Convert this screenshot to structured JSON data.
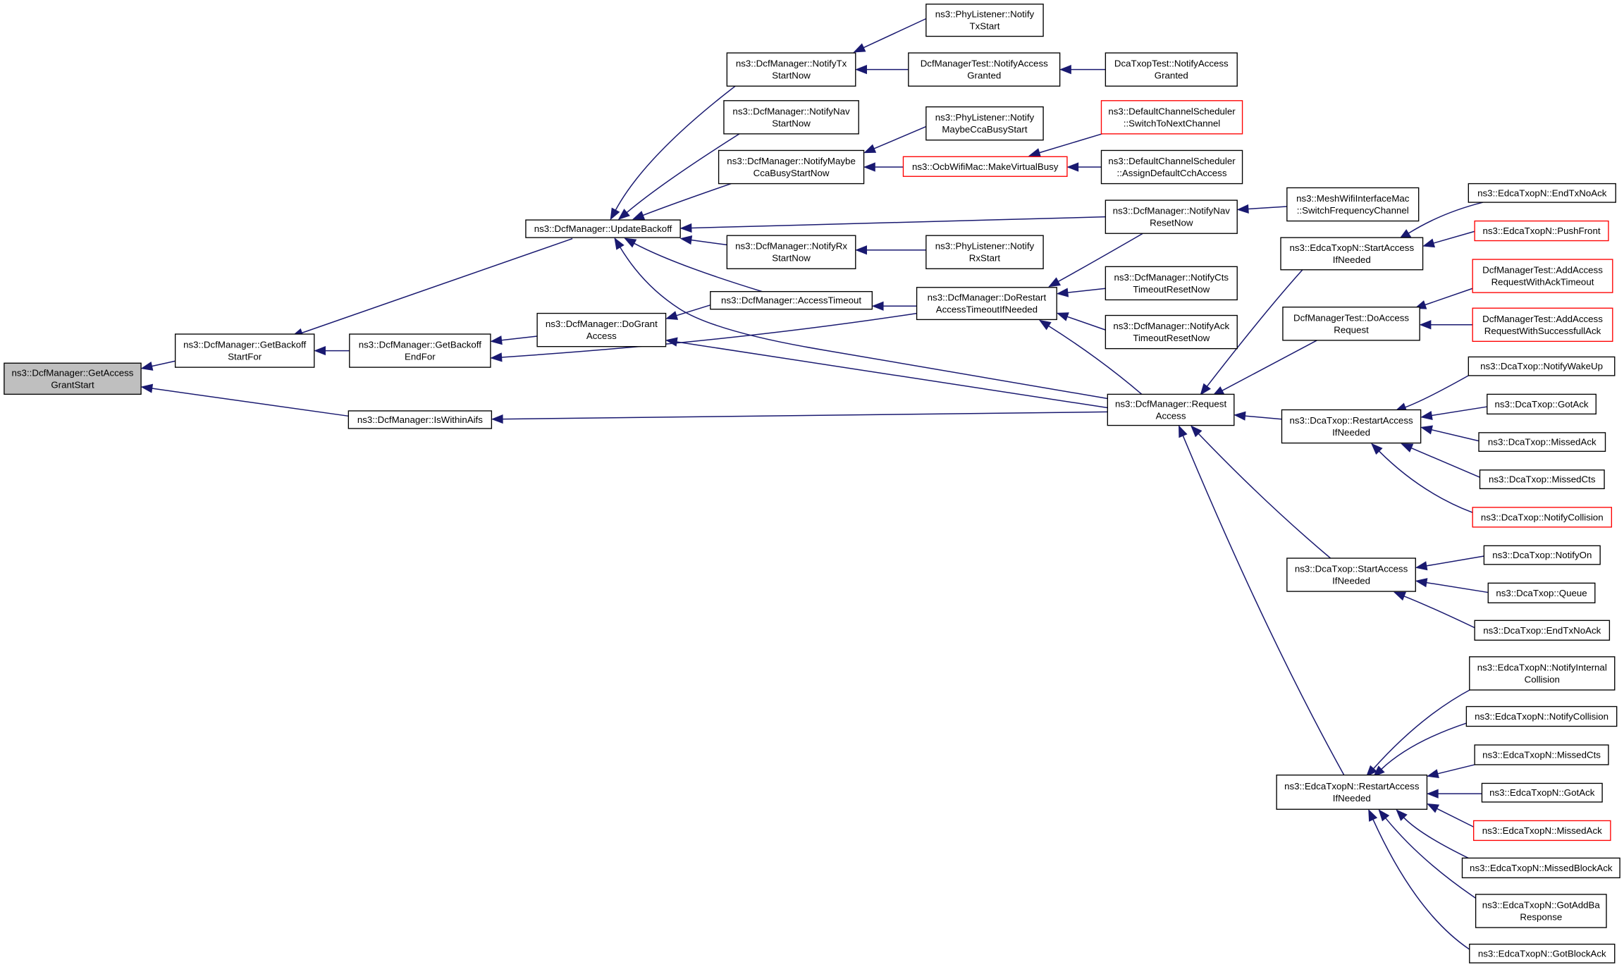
{
  "diagram": {
    "colors": {
      "edge": "#191970",
      "root_fill": "#bfbfbf",
      "node_border": "#000000",
      "truncated_border": "#ff0000",
      "background": "#ffffff"
    },
    "nodes": [
      {
        "id": "root",
        "lines": [
          "ns3::DcfManager::GetAccess",
          "GrantStart"
        ],
        "style": "root"
      },
      {
        "id": "gbsf",
        "lines": [
          "ns3::DcfManager::GetBackoff",
          "StartFor"
        ]
      },
      {
        "id": "gbef",
        "lines": [
          "ns3::DcfManager::GetBackoff",
          "EndFor"
        ]
      },
      {
        "id": "iwa",
        "lines": [
          "ns3::DcfManager::IsWithinAifs"
        ]
      },
      {
        "id": "ub",
        "lines": [
          "ns3::DcfManager::UpdateBackoff"
        ]
      },
      {
        "id": "dga",
        "lines": [
          "ns3::DcfManager::DoGrant",
          "Access"
        ]
      },
      {
        "id": "ntx",
        "lines": [
          "ns3::DcfManager::NotifyTx",
          "StartNow"
        ]
      },
      {
        "id": "nnav",
        "lines": [
          "ns3::DcfManager::NotifyNav",
          "StartNow"
        ]
      },
      {
        "id": "ncca",
        "lines": [
          "ns3::DcfManager::NotifyMaybe",
          "CcaBusyStartNow"
        ]
      },
      {
        "id": "nrx",
        "lines": [
          "ns3::DcfManager::NotifyRx",
          "StartNow"
        ]
      },
      {
        "id": "at",
        "lines": [
          "ns3::DcfManager::AccessTimeout"
        ]
      },
      {
        "id": "plt",
        "lines": [
          "ns3::PhyListener::Notify",
          "TxStart"
        ]
      },
      {
        "id": "dmt",
        "lines": [
          "DcfManagerTest::NotifyAccess",
          "Granted"
        ]
      },
      {
        "id": "dtt",
        "lines": [
          "DcaTxopTest::NotifyAccess",
          "Granted"
        ]
      },
      {
        "id": "plm",
        "lines": [
          "ns3::PhyListener::Notify",
          "MaybeCcaBusyStart"
        ]
      },
      {
        "id": "ocb",
        "lines": [
          "ns3::OcbWifiMac::MakeVirtualBusy"
        ],
        "style": "red"
      },
      {
        "id": "dcs1",
        "lines": [
          "ns3::DefaultChannelScheduler",
          "::SwitchToNextChannel"
        ],
        "style": "red"
      },
      {
        "id": "dcs2",
        "lines": [
          "ns3::DefaultChannelScheduler",
          "::AssignDefaultCchAccess"
        ]
      },
      {
        "id": "nnr",
        "lines": [
          "ns3::DcfManager::NotifyNav",
          "ResetNow"
        ]
      },
      {
        "id": "mwm",
        "lines": [
          "ns3::MeshWifiInterfaceMac",
          "::SwitchFrequencyChannel"
        ]
      },
      {
        "id": "plr",
        "lines": [
          "ns3::PhyListener::Notify",
          "RxStart"
        ]
      },
      {
        "id": "drat",
        "lines": [
          "ns3::DcfManager::DoRestart",
          "AccessTimeoutIfNeeded"
        ]
      },
      {
        "id": "ncts",
        "lines": [
          "ns3::DcfManager::NotifyCts",
          "TimeoutResetNow"
        ]
      },
      {
        "id": "nack",
        "lines": [
          "ns3::DcfManager::NotifyAck",
          "TimeoutResetNow"
        ]
      },
      {
        "id": "ra",
        "lines": [
          "ns3::DcfManager::Request",
          "Access"
        ]
      },
      {
        "id": "esa",
        "lines": [
          "ns3::EdcaTxopN::StartAccess",
          "IfNeeded"
        ]
      },
      {
        "id": "ete",
        "lines": [
          "ns3::EdcaTxopN::EndTxNoAck"
        ]
      },
      {
        "id": "epf",
        "lines": [
          "ns3::EdcaTxopN::PushFront"
        ],
        "style": "red"
      },
      {
        "id": "dtda",
        "lines": [
          "DcfManagerTest::DoAccess",
          "Request"
        ]
      },
      {
        "id": "dtaa",
        "lines": [
          "DcfManagerTest::AddAccess",
          "RequestWithAckTimeout"
        ],
        "style": "red"
      },
      {
        "id": "dtas",
        "lines": [
          "DcfManagerTest::AddAccess",
          "RequestWithSuccessfullAck"
        ],
        "style": "red"
      },
      {
        "id": "dra",
        "lines": [
          "ns3::DcaTxop::RestartAccess",
          "IfNeeded"
        ]
      },
      {
        "id": "dnw",
        "lines": [
          "ns3::DcaTxop::NotifyWakeUp"
        ]
      },
      {
        "id": "dga2",
        "lines": [
          "ns3::DcaTxop::GotAck"
        ]
      },
      {
        "id": "dma",
        "lines": [
          "ns3::DcaTxop::MissedAck"
        ]
      },
      {
        "id": "dmc",
        "lines": [
          "ns3::DcaTxop::MissedCts"
        ]
      },
      {
        "id": "dnc",
        "lines": [
          "ns3::DcaTxop::NotifyCollision"
        ],
        "style": "red"
      },
      {
        "id": "dsa",
        "lines": [
          "ns3::DcaTxop::StartAccess",
          "IfNeeded"
        ]
      },
      {
        "id": "dno",
        "lines": [
          "ns3::DcaTxop::NotifyOn"
        ]
      },
      {
        "id": "dq",
        "lines": [
          "ns3::DcaTxop::Queue"
        ]
      },
      {
        "id": "dete",
        "lines": [
          "ns3::DcaTxop::EndTxNoAck"
        ]
      },
      {
        "id": "era",
        "lines": [
          "ns3::EdcaTxopN::RestartAccess",
          "IfNeeded"
        ]
      },
      {
        "id": "enic",
        "lines": [
          "ns3::EdcaTxopN::NotifyInternal",
          "Collision"
        ]
      },
      {
        "id": "enc",
        "lines": [
          "ns3::EdcaTxopN::NotifyCollision"
        ]
      },
      {
        "id": "emc",
        "lines": [
          "ns3::EdcaTxopN::MissedCts"
        ]
      },
      {
        "id": "ega",
        "lines": [
          "ns3::EdcaTxopN::GotAck"
        ]
      },
      {
        "id": "ema",
        "lines": [
          "ns3::EdcaTxopN::MissedAck"
        ],
        "style": "red"
      },
      {
        "id": "emba",
        "lines": [
          "ns3::EdcaTxopN::MissedBlockAck"
        ]
      },
      {
        "id": "egab",
        "lines": [
          "ns3::EdcaTxopN::GotAddBa",
          "Response"
        ]
      },
      {
        "id": "egba",
        "lines": [
          "ns3::EdcaTxopN::GotBlockAck"
        ]
      }
    ],
    "edges": [
      {
        "from": "gbsf",
        "to": "root"
      },
      {
        "from": "iwa",
        "to": "root"
      },
      {
        "from": "ub",
        "to": "gbsf"
      },
      {
        "from": "gbef",
        "to": "gbsf"
      },
      {
        "from": "dga",
        "to": "gbef"
      },
      {
        "from": "drat",
        "to": "gbef"
      },
      {
        "from": "ra",
        "to": "iwa"
      },
      {
        "from": "ntx",
        "to": "ub"
      },
      {
        "from": "nnav",
        "to": "ub"
      },
      {
        "from": "ncca",
        "to": "ub"
      },
      {
        "from": "nnr",
        "to": "ub"
      },
      {
        "from": "nrx",
        "to": "ub"
      },
      {
        "from": "at",
        "to": "ub"
      },
      {
        "from": "ra",
        "to": "ub"
      },
      {
        "from": "at",
        "to": "dga"
      },
      {
        "from": "ra",
        "to": "dga"
      },
      {
        "from": "plt",
        "to": "ntx"
      },
      {
        "from": "dmt",
        "to": "ntx"
      },
      {
        "from": "dtt",
        "to": "dmt"
      },
      {
        "from": "plm",
        "to": "ncca"
      },
      {
        "from": "ocb",
        "to": "ncca"
      },
      {
        "from": "dcs1",
        "to": "ocb"
      },
      {
        "from": "dcs2",
        "to": "ocb"
      },
      {
        "from": "mwm",
        "to": "nnr"
      },
      {
        "from": "plr",
        "to": "nrx"
      },
      {
        "from": "drat",
        "to": "at"
      },
      {
        "from": "nnr",
        "to": "drat"
      },
      {
        "from": "ncts",
        "to": "drat"
      },
      {
        "from": "nack",
        "to": "drat"
      },
      {
        "from": "ra",
        "to": "drat"
      },
      {
        "from": "esa",
        "to": "ra"
      },
      {
        "from": "dtda",
        "to": "ra"
      },
      {
        "from": "dra",
        "to": "ra"
      },
      {
        "from": "dsa",
        "to": "ra"
      },
      {
        "from": "era",
        "to": "ra"
      },
      {
        "from": "ete",
        "to": "esa"
      },
      {
        "from": "epf",
        "to": "esa"
      },
      {
        "from": "dtaa",
        "to": "dtda"
      },
      {
        "from": "dtas",
        "to": "dtda"
      },
      {
        "from": "dnw",
        "to": "dra"
      },
      {
        "from": "dga2",
        "to": "dra"
      },
      {
        "from": "dma",
        "to": "dra"
      },
      {
        "from": "dmc",
        "to": "dra"
      },
      {
        "from": "dnc",
        "to": "dra"
      },
      {
        "from": "dno",
        "to": "dsa"
      },
      {
        "from": "dq",
        "to": "dsa"
      },
      {
        "from": "dete",
        "to": "dsa"
      },
      {
        "from": "enic",
        "to": "era"
      },
      {
        "from": "enc",
        "to": "era"
      },
      {
        "from": "emc",
        "to": "era"
      },
      {
        "from": "ega",
        "to": "era"
      },
      {
        "from": "ema",
        "to": "era"
      },
      {
        "from": "emba",
        "to": "era"
      },
      {
        "from": "egab",
        "to": "era"
      },
      {
        "from": "egba",
        "to": "era"
      }
    ]
  }
}
